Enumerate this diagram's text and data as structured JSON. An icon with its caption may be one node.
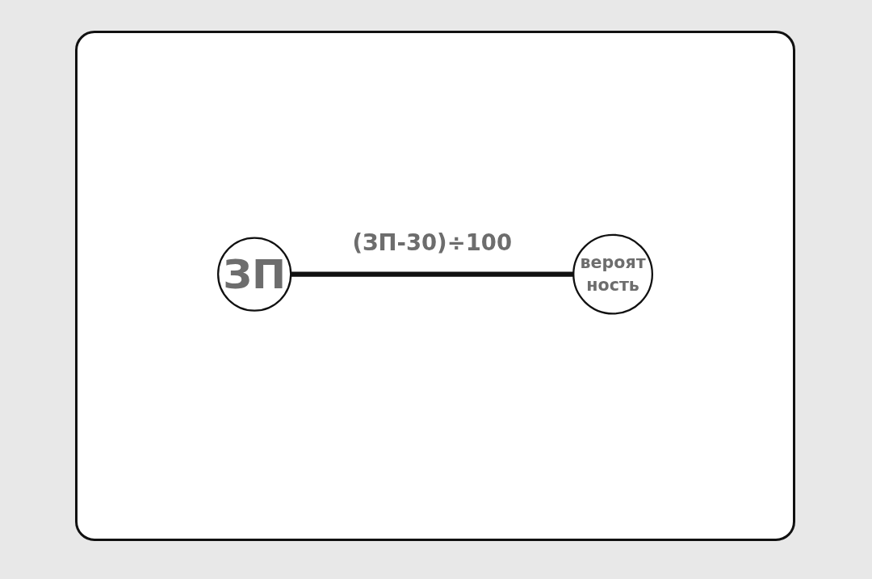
{
  "diagram": {
    "nodes": [
      {
        "text": [
          "ЗП"
        ]
      },
      {
        "text": [
          "вероятность"
        ]
      }
    ],
    "edges": [
      {
        "from": 0,
        "to": 1,
        "arrow": "none",
        "label": "(ЗП-30)÷100"
      }
    ]
  }
}
